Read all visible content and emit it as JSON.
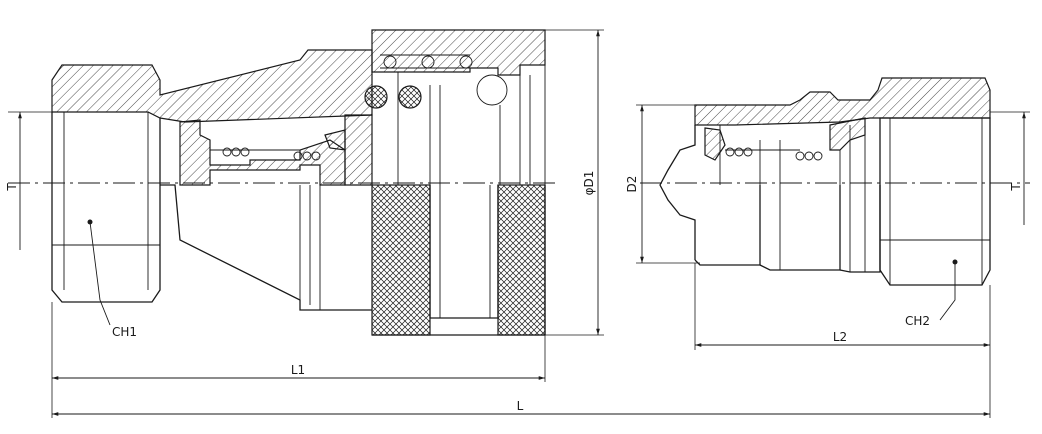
{
  "labels": {
    "ch1": "CH1",
    "ch2": "CH2",
    "l1": "L1",
    "l2": "L2",
    "l": "L",
    "d1": "φD1",
    "d2": "D2",
    "t_left": "T",
    "t_right": "T"
  }
}
